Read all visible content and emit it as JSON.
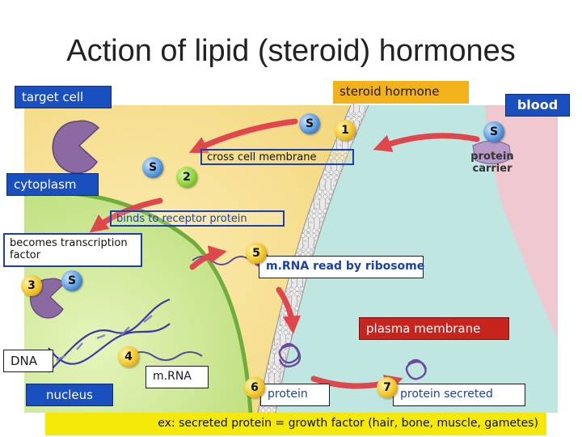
{
  "title": "Action of lipid (steroid) hormones",
  "labels": {
    "target_cell": "target cell",
    "steroid_hormone": "steroid hormone",
    "blood": "blood",
    "cytoplasm": "cytoplasm",
    "cross_membrane": "cross cell membrane",
    "protein_carrier": "protein carrier",
    "binds_receptor": "binds to receptor protein",
    "transcription": "becomes transcription factor",
    "mrna_read": "m.RNA read by ribosome",
    "plasma_membrane": "plasma membrane",
    "dna": "DNA",
    "nucleus": "nucleus",
    "mrna": "m.RNA",
    "protein": "protein",
    "protein_secreted": "protein secreted",
    "footer": "ex: secreted protein = growth factor (hair, bone, muscle, gametes)"
  },
  "markers": {
    "s": "S",
    "step1": "1",
    "step2": "2",
    "step3": "3",
    "step4": "4",
    "step5": "5",
    "step6": "6",
    "step7": "7"
  },
  "colors": {
    "cytoplasm": "#f7e49a",
    "nucleus": "#d4ec9a",
    "extracellular": "#bfe6e0",
    "blood": "#f0c8d0",
    "label_blue": "#1a4fc0",
    "label_gold": "#f3b21b",
    "label_red": "#c8241e",
    "arrow": "#e0474c",
    "footer": "#f5e90a"
  }
}
